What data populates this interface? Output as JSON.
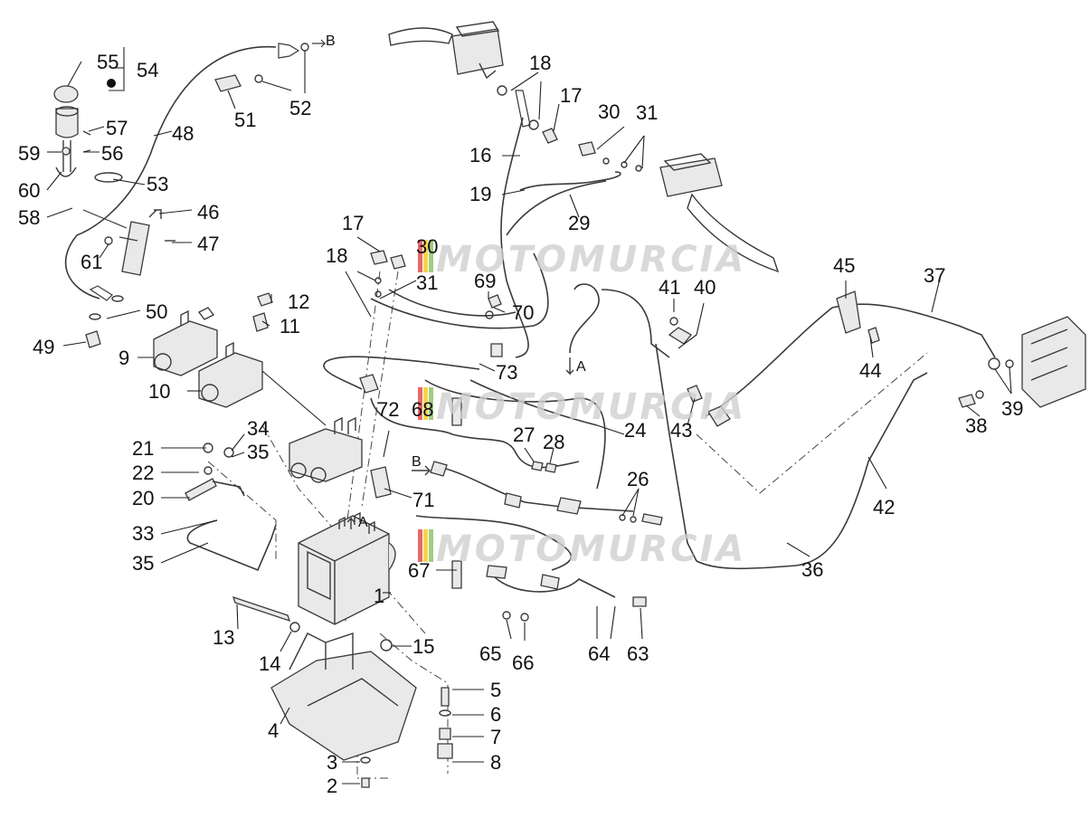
{
  "watermark": {
    "text": "MOTOMURCIA",
    "flag_colors": [
      "#e0262b",
      "#f2c200",
      "#7ab648"
    ]
  },
  "ref_labels": {
    "to_b": "B",
    "to_a": "A"
  },
  "callouts": [
    "1",
    "2",
    "3",
    "4",
    "5",
    "6",
    "7",
    "8",
    "9",
    "10",
    "11",
    "12",
    "13",
    "14",
    "15",
    "16",
    "17",
    "17",
    "18",
    "18",
    "19",
    "20",
    "21",
    "22",
    "24",
    "26",
    "27",
    "28",
    "29",
    "30",
    "30",
    "31",
    "31",
    "33",
    "34",
    "35",
    "35",
    "36",
    "37",
    "38",
    "39",
    "40",
    "41",
    "42",
    "43",
    "44",
    "45",
    "46",
    "47",
    "48",
    "49",
    "50",
    "51",
    "52",
    "53",
    "54",
    "55",
    "56",
    "57",
    "58",
    "59",
    "60",
    "61",
    "63",
    "64",
    "65",
    "66",
    "67",
    "68",
    "69",
    "70",
    "71",
    "72",
    "73"
  ]
}
